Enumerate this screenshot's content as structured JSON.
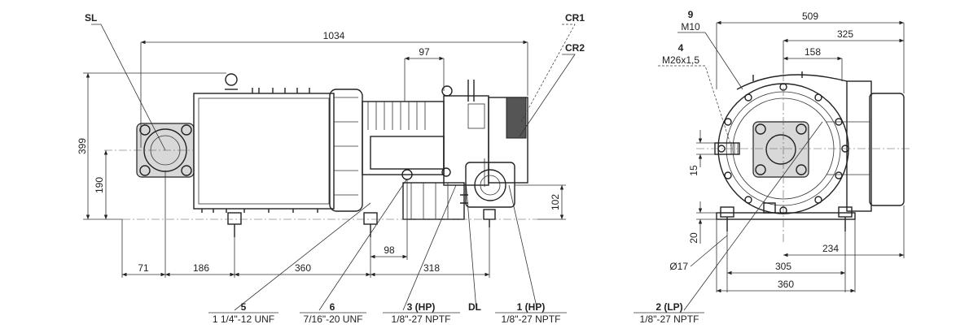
{
  "callouts": {
    "sl": "SL",
    "cr1": "CR1",
    "cr2": "CR2",
    "dl": "DL",
    "c9": "9",
    "c9_thread": "M10",
    "c4": "4",
    "c4_thread": "M26x1,5"
  },
  "bottom_labels": [
    {
      "num": "5",
      "spec": "1 1/4\"-12 UNF"
    },
    {
      "num": "6",
      "spec": "7/16\"-20 UNF"
    },
    {
      "num": "3 (HP)",
      "spec": "1/8\"-27 NPTF"
    },
    {
      "num": "1 (HP)",
      "spec": "1/8\"-27 NPTF"
    },
    {
      "num": "2 (LP)",
      "spec": "1/8\"-27 NPTF"
    }
  ],
  "side_view_dims": {
    "overall_length": "1034",
    "d97": "97",
    "height": "399",
    "axis_height": "190",
    "d102": "102",
    "d71": "71",
    "d186": "186",
    "d360": "360",
    "d98": "98",
    "d318": "318"
  },
  "end_view_dims": {
    "d509": "509",
    "d325": "325",
    "d158": "158",
    "d15": "15",
    "d20": "20",
    "d234": "234",
    "d305": "305",
    "d360": "360",
    "hole": "Ø17"
  }
}
